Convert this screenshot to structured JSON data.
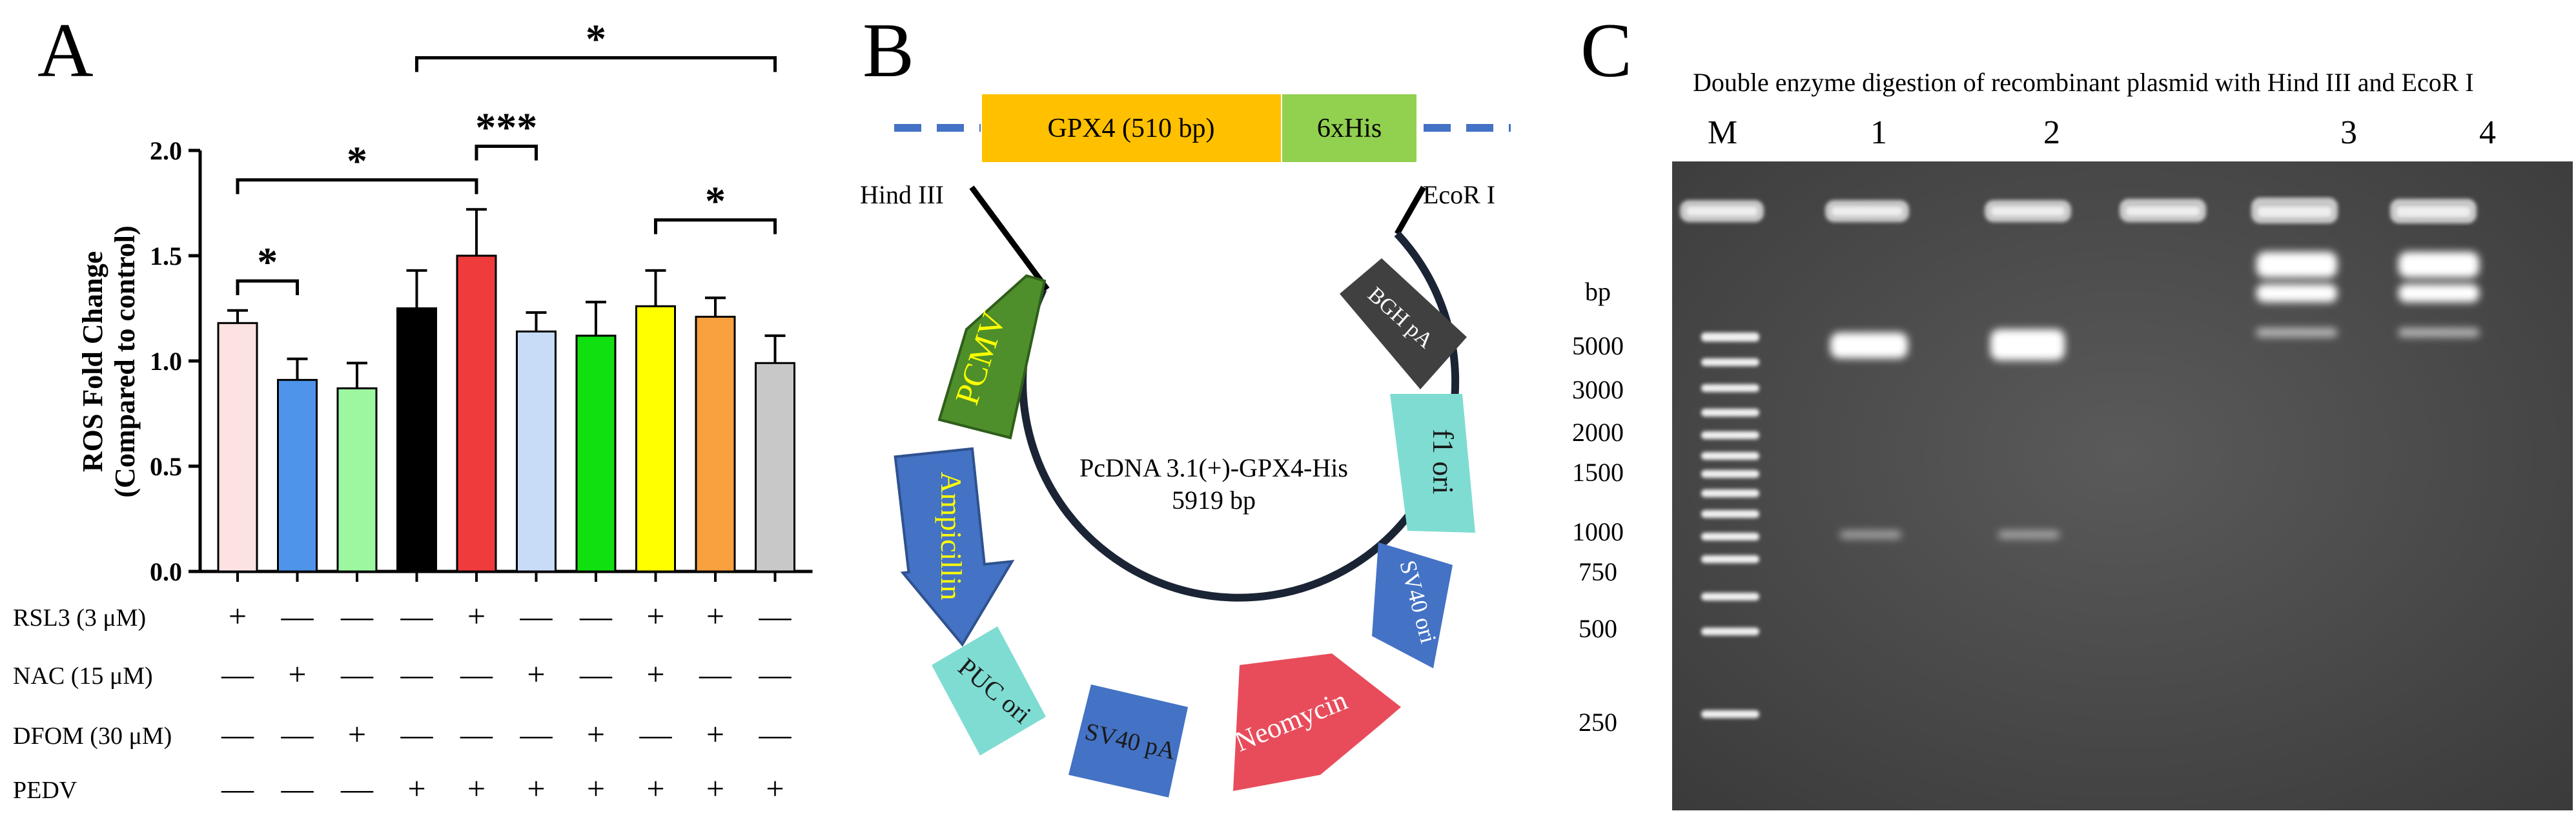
{
  "panel_a": {
    "letter": "A",
    "chart_data": {
      "type": "bar",
      "title": "",
      "xlabel": "",
      "ylabel_lines": [
        "ROS Fold Change",
        "(Compared to control)"
      ],
      "ylim": [
        0,
        2.0
      ],
      "yticks": [
        "0.0",
        "0.5",
        "1.0",
        "1.5",
        "2.0"
      ],
      "ytick_values": [
        0,
        0.5,
        1.0,
        1.5,
        2.0
      ],
      "grid": false,
      "values": [
        1.18,
        0.91,
        0.87,
        1.25,
        1.5,
        1.14,
        1.12,
        1.26,
        1.21,
        0.99
      ],
      "errors": [
        0.06,
        0.1,
        0.12,
        0.18,
        0.22,
        0.09,
        0.16,
        0.17,
        0.09,
        0.13
      ],
      "colors": [
        "#fde2e2",
        "#4d94ea",
        "#9cf7a0",
        "#000000",
        "#ef3b3b",
        "#c8dcf7",
        "#10e010",
        "#ffff00",
        "#f9a03f",
        "#c8c8c8"
      ],
      "conditions": [
        {
          "label": "RSL3 (3 μM)",
          "signs": [
            "+",
            "—",
            "—",
            "—",
            "+",
            "—",
            "—",
            "+",
            "+",
            "—"
          ]
        },
        {
          "label": "NAC (15 μM)",
          "signs": [
            "—",
            "+",
            "—",
            "—",
            "—",
            "+",
            "—",
            "+",
            "—",
            "—"
          ]
        },
        {
          "label": "DFOM (30 μM)",
          "signs": [
            "—",
            "—",
            "+",
            "—",
            "—",
            "—",
            "+",
            "—",
            "+",
            "—"
          ]
        },
        {
          "label": "PEDV",
          "signs": [
            "—",
            "—",
            "—",
            "+",
            "+",
            "+",
            "+",
            "+",
            "+",
            "+"
          ]
        }
      ],
      "significance": [
        {
          "from": 1,
          "to": 2,
          "label": "*",
          "y": 1.38
        },
        {
          "from": 1,
          "to": 5,
          "label": "*",
          "y": 1.86
        },
        {
          "from": 5,
          "to": 6,
          "label": "***",
          "y": 2.02
        },
        {
          "from": 4,
          "to": 10,
          "label": "*",
          "y": 2.44
        },
        {
          "from": 8,
          "to": 10,
          "label": "*",
          "y": 1.67
        }
      ]
    }
  },
  "panel_b": {
    "letter": "B",
    "insert_gene": "GPX4 (510 bp)",
    "tag": "6xHis",
    "site_left": "Hind III",
    "site_right": "EcoR I",
    "plasmid_name": "PcDNA 3.1(+)-GPX4-His",
    "plasmid_size": "5919 bp",
    "features": [
      "PCMV",
      "Ampicillin",
      "PUC ori",
      "SV40 pA",
      "Neomycin",
      "SV40 ori",
      "f1 ori",
      "BGH pA"
    ],
    "colors": {
      "gene": "#ffc000",
      "his": "#92d050",
      "pcmv": "#4e8f2c",
      "amp": "#4472c4",
      "ori": "#7fdcd2",
      "neo": "#e84c5b",
      "bgh": "#404040"
    }
  },
  "panel_c": {
    "letter": "C",
    "title": "Double enzyme digestion of recombinant plasmid with Hind III and EcoR I",
    "lanes": [
      "M",
      "1",
      "2",
      "3",
      "4"
    ],
    "marker_unit": "bp",
    "marker_sizes": [
      "5000",
      "3000",
      "2000",
      "1500",
      "1000",
      "750",
      "500",
      "250"
    ]
  }
}
